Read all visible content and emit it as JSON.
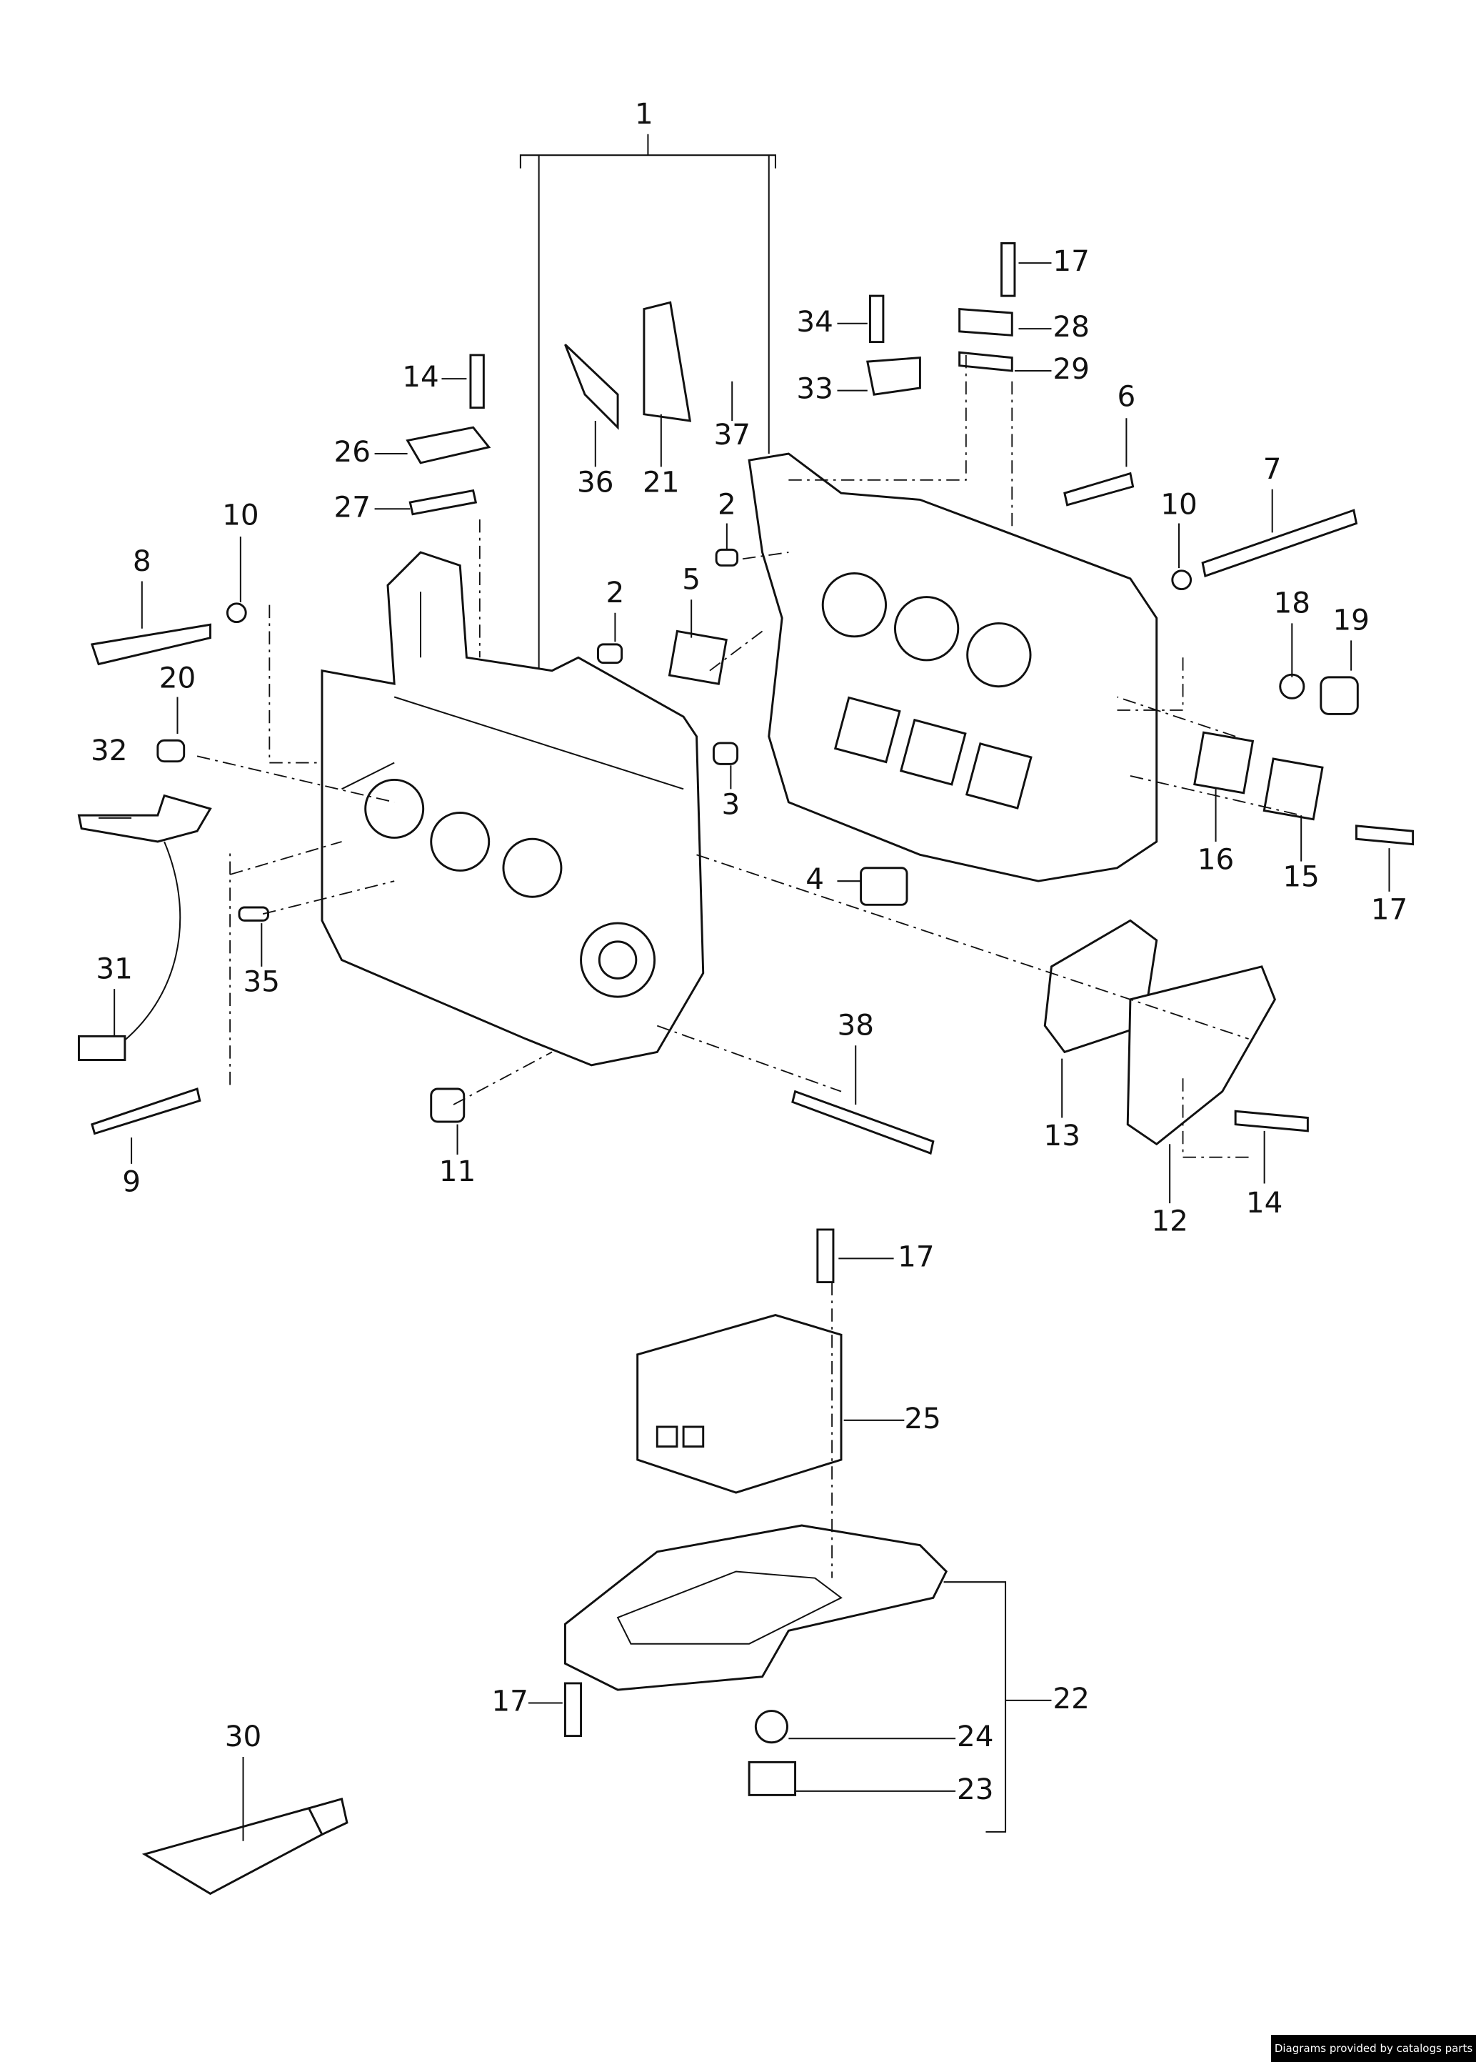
{
  "diagram": {
    "callouts": [
      "1",
      "17",
      "34",
      "28",
      "29",
      "33",
      "14",
      "37",
      "26",
      "36",
      "21",
      "6",
      "27",
      "2",
      "10",
      "7",
      "10",
      "8",
      "2",
      "5",
      "18",
      "19",
      "20",
      "32",
      "3",
      "16",
      "15",
      "17",
      "4",
      "31",
      "35",
      "38",
      "13",
      "9",
      "11",
      "12",
      "14",
      "17",
      "25",
      "22",
      "17",
      "24",
      "30",
      "23"
    ]
  },
  "credit": "Diagrams provided by catalogs parts"
}
